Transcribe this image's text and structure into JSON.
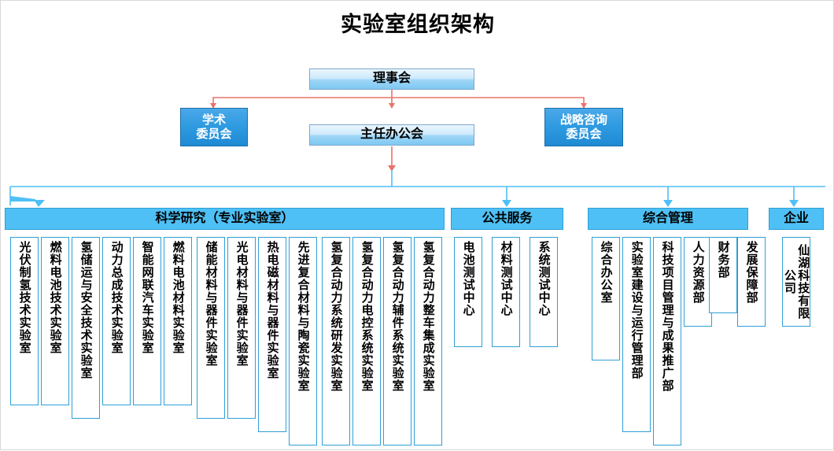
{
  "title": "实验室组织架构",
  "colors": {
    "connector_red": "#e8736a",
    "connector_blue": "#4ec0f5",
    "accent_blue": "#2e9ae0",
    "head_cyan": "#4ec0f5"
  },
  "top": {
    "board": "理事会",
    "academic_committee": "学术\n委员会",
    "academic_committee_l1": "学术",
    "academic_committee_l2": "委员会",
    "director_office": "主任办公会",
    "strategy_committee_l1": "战略咨询",
    "strategy_committee_l2": "委员会"
  },
  "sections": [
    {
      "name": "科学研究（专业实验室）"
    },
    {
      "name": "公共服务"
    },
    {
      "name": "综合管理"
    },
    {
      "name": "企业"
    }
  ],
  "research_labs": [
    "光伏制氢技术实验室",
    "燃料电池技术实验室",
    "氢储运与安全技术实验室",
    "动力总成技术实验室",
    "智能网联汽车实验室",
    "燃料电池材料实验室",
    "储能材料与器件实验室",
    "光电材料与器件实验室",
    "热电磁材料与器件实验室",
    "先进复合材料与陶瓷实验室",
    "氢复合动力系统研发实验室",
    "氢复合动力电控系统实验室",
    "氢复合动力辅件系统实验室",
    "氢复合动力整车集成实验室"
  ],
  "public_service": [
    "电池测试中心",
    "材料测试中心",
    "系统测试中心"
  ],
  "management": [
    "综合办公室",
    "实验室建设与运行管理部",
    "科技项目管理与成果推广部",
    "人力资源部",
    "财务部",
    "发展保障部"
  ],
  "enterprise": [
    "仙湖科技有限公司"
  ]
}
